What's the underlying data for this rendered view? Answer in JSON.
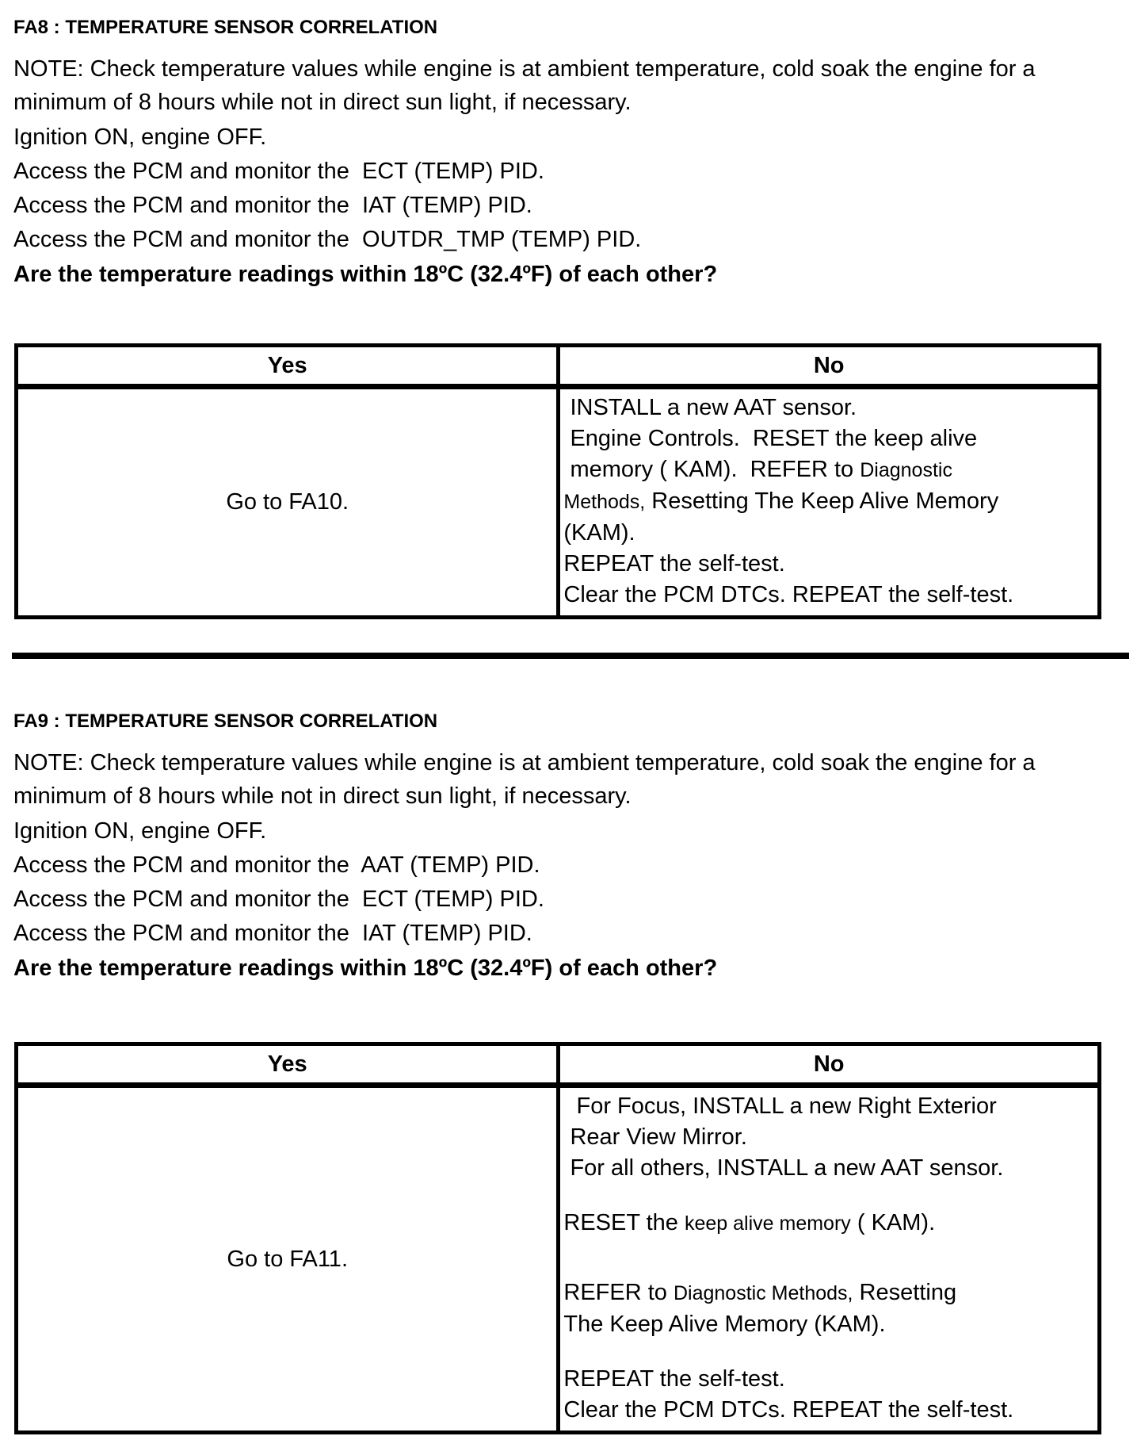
{
  "colors": {
    "page_background": "#ffffff",
    "text": "#000000",
    "table_border": "#000000"
  },
  "sections": [
    {
      "heading": "FA8 : TEMPERATURE SENSOR CORRELATION",
      "note": "NOTE: Check temperature values while engine is at ambient temperature, cold soak the engine for a minimum of 8 hours while not in direct sun light, if necessary.",
      "steps": [
        "Ignition ON, engine OFF.",
        "Access the PCM and monitor the  ECT (TEMP) PID.",
        "Access the PCM and monitor the  IAT (TEMP) PID.",
        "Access the PCM and monitor the  OUTDR_TMP (TEMP) PID."
      ],
      "question": "Are the temperature readings within 18ºC (32.4ºF) of each other?",
      "table": {
        "yes_header": "Yes",
        "no_header": "No",
        "yes_action": "Go to FA10.",
        "no_lines": [
          {
            "segments": [
              {
                "text": " INSTALL a new AAT sensor."
              }
            ]
          },
          {
            "segments": [
              {
                "text": " Engine Controls.  RESET the keep alive"
              }
            ]
          },
          {
            "segments": [
              {
                "text": " memory ( KAM).  REFER to "
              },
              {
                "text": "Diagnostic",
                "small": true
              }
            ]
          },
          {
            "segments": [
              {
                "text": "Methods,",
                "small": true
              },
              {
                "text": " Resetting The Keep Alive Memory"
              }
            ]
          },
          {
            "segments": [
              {
                "text": "(KAM)."
              }
            ]
          },
          {
            "segments": [
              {
                "text": "REPEAT the self-test."
              }
            ]
          },
          {
            "segments": [
              {
                "text": "Clear the PCM DTCs. REPEAT the self-test."
              }
            ]
          }
        ]
      }
    },
    {
      "heading": "FA9 : TEMPERATURE SENSOR CORRELATION",
      "note": "NOTE: Check temperature values while engine is at ambient temperature, cold soak the engine for a minimum of 8 hours while not in direct sun light, if necessary.",
      "steps": [
        "Ignition ON, engine OFF.",
        "Access the PCM and monitor the  AAT (TEMP) PID.",
        "Access the PCM and monitor the  ECT (TEMP) PID.",
        "Access the PCM and monitor the  IAT (TEMP) PID."
      ],
      "question": "Are the temperature readings within 18ºC (32.4ºF) of each other?",
      "table": {
        "yes_header": "Yes",
        "no_header": "No",
        "yes_action": "Go to FA11.",
        "no_lines": [
          {
            "segments": [
              {
                "text": "  For Focus, INSTALL a new Right Exterior"
              }
            ]
          },
          {
            "segments": [
              {
                "text": " Rear View Mirror."
              }
            ]
          },
          {
            "segments": [
              {
                "text": " For all others, INSTALL a new AAT sensor."
              }
            ]
          },
          {
            "gap": 30,
            "segments": [
              {
                "text": "RESET the "
              },
              {
                "text": "keep alive memory",
                "small": true
              },
              {
                "text": " ( KAM)."
              }
            ]
          },
          {
            "gap": 48,
            "segments": [
              {
                "text": "REFER to "
              },
              {
                "text": "Diagnostic Methods,",
                "small": true
              },
              {
                "text": " Resetting"
              }
            ]
          },
          {
            "segments": [
              {
                "text": "The Keep Alive Memory (KAM)."
              }
            ]
          },
          {
            "gap": 30,
            "segments": [
              {
                "text": "REPEAT the self-test."
              }
            ]
          },
          {
            "segments": [
              {
                "text": "Clear the PCM DTCs. REPEAT the self-test."
              }
            ]
          }
        ]
      }
    }
  ]
}
